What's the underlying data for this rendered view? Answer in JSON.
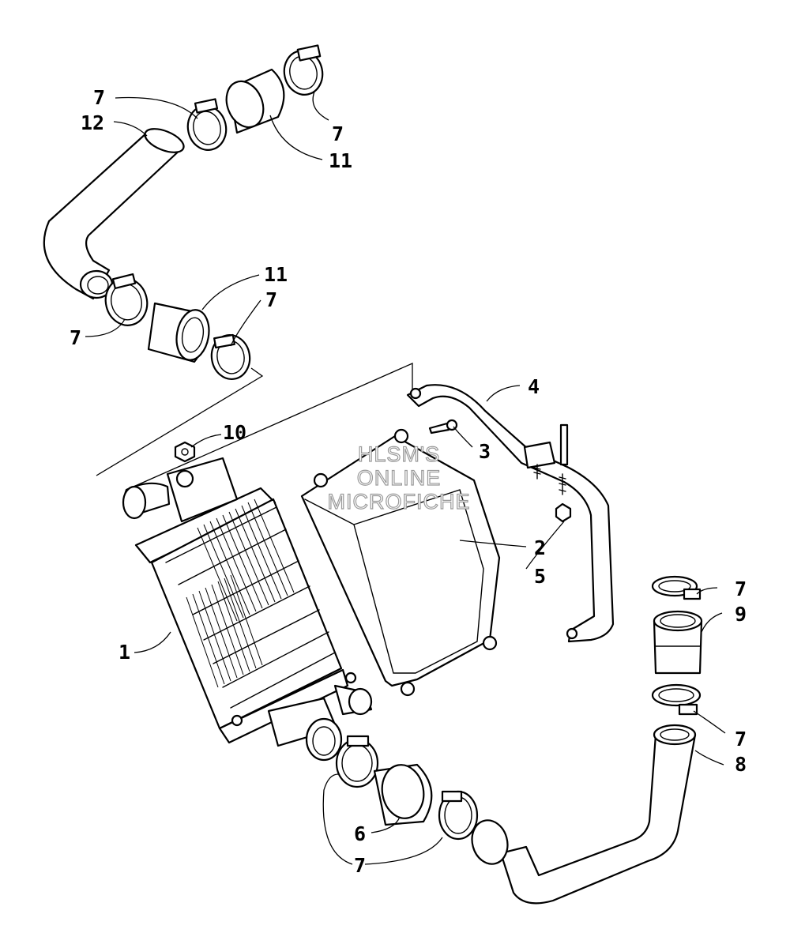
{
  "watermark": {
    "line1": "HLSM'S",
    "line2": "ONLINE",
    "line3": "MICROFICHE"
  },
  "callouts": [
    {
      "id": "c-7a",
      "text": "7"
    },
    {
      "id": "c-12",
      "text": "12"
    },
    {
      "id": "c-7b",
      "text": "7"
    },
    {
      "id": "c-11a",
      "text": "11"
    },
    {
      "id": "c-11b",
      "text": "11"
    },
    {
      "id": "c-7c",
      "text": "7"
    },
    {
      "id": "c-7d",
      "text": "7"
    },
    {
      "id": "c-4",
      "text": "4"
    },
    {
      "id": "c-10",
      "text": "10"
    },
    {
      "id": "c-3",
      "text": "3"
    },
    {
      "id": "c-2",
      "text": "2"
    },
    {
      "id": "c-5",
      "text": "5"
    },
    {
      "id": "c-7e",
      "text": "7"
    },
    {
      "id": "c-9",
      "text": "9"
    },
    {
      "id": "c-1",
      "text": "1"
    },
    {
      "id": "c-7f",
      "text": "7"
    },
    {
      "id": "c-8",
      "text": "8"
    },
    {
      "id": "c-6",
      "text": "6"
    },
    {
      "id": "c-7g",
      "text": "7"
    }
  ]
}
